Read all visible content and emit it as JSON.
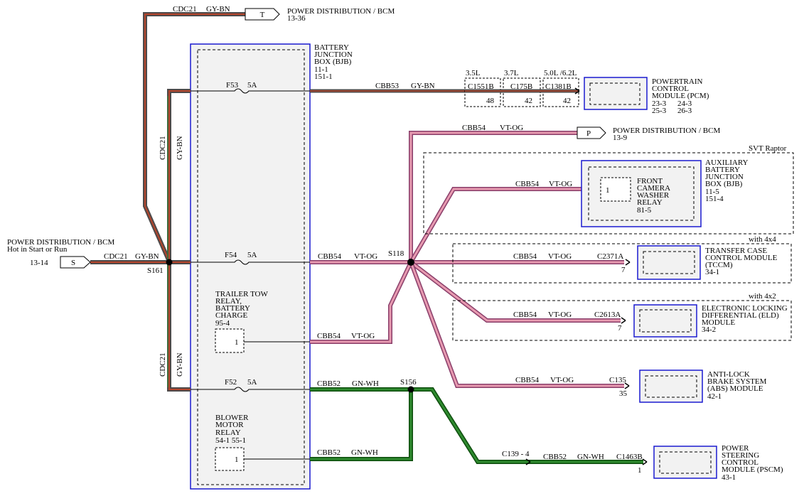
{
  "top_ref": {
    "wire": "CDC21",
    "color": "GY-BN",
    "connector": "T",
    "title": "POWER DISTRIBUTION / BCM",
    "page": "13-36"
  },
  "bjb": {
    "l1": "BATTERY",
    "l2": "JUNCTION",
    "l3": "BOX (BJB)",
    "l4": "11-1",
    "l5": "151-1"
  },
  "left_ref": {
    "title": "POWER DISTRIBUTION / BCM",
    "sub": "Hot in Start or Run",
    "page": "13-14",
    "connector": "S",
    "wire": "CDC21",
    "color": "GY-BN",
    "splice": "S161"
  },
  "vert_upper": {
    "wire": "CDC21",
    "color": "GY-BN"
  },
  "vert_lower": {
    "wire": "CDC21",
    "color": "GY-BN"
  },
  "fuses": {
    "f53": {
      "name": "F53",
      "amp": "5A"
    },
    "f54": {
      "name": "F54",
      "amp": "5A"
    },
    "f52": {
      "name": "F52",
      "amp": "5A"
    }
  },
  "pcm_line": {
    "wire": "CBB53",
    "color": "GY-BN"
  },
  "pcm_conn": [
    {
      "engine": "3.5L",
      "id": "C1551B",
      "pin": "48"
    },
    {
      "engine": "3.7L",
      "id": "C175B",
      "pin": "42"
    },
    {
      "engine": "5.0L /6.2L",
      "id": "C1381B",
      "pin": "42"
    }
  ],
  "pcm": {
    "l1": "POWERTRAIN",
    "l2": "CONTROL",
    "l3": "MODULE (PCM)",
    "l4a": "23-3",
    "l4b": "24-3",
    "l5a": "25-3",
    "l5b": "26-3"
  },
  "p_ref": {
    "wire": "CBB54",
    "color": "VT-OG",
    "connector": "P",
    "title": "POWER DISTRIBUTION / BCM",
    "page": "13-9"
  },
  "svt": {
    "label": "SVT Raptor",
    "wire": "CBB54",
    "color": "VT-OG",
    "pin": "1",
    "r1": "FRONT",
    "r2": "CAMERA",
    "r3": "WASHER",
    "r4": "RELAY",
    "r5": "81-5",
    "a1": "AUXILIARY",
    "a2": "BATTERY",
    "a3": "JUNCTION",
    "a4": "BOX (BJB)",
    "a5": "11-5",
    "a6": "151-4"
  },
  "f54_line": {
    "wire": "CBB54",
    "color": "VT-OG",
    "splice": "S118"
  },
  "tccm": {
    "option": "with 4x4",
    "wire": "CBB54",
    "color": "VT-OG",
    "conn": "C2371A",
    "pin": "7",
    "l1": "TRANSFER CASE",
    "l2": "CONTROL MODULE",
    "l3": "(TCCM)",
    "l4": "34-1"
  },
  "eld": {
    "option": "with 4x2",
    "wire": "CBB54",
    "color": "VT-OG",
    "conn": "C2613A",
    "pin": "7",
    "l1": "ELECTRONIC LOCKING",
    "l2": "DIFFERENTIAL (ELD)",
    "l3": "MODULE",
    "l4": "34-2"
  },
  "trailer": {
    "l1": "TRAILER TOW",
    "l2": "RELAY,",
    "l3": "BATTERY",
    "l4": "CHARGE",
    "l5": "95-4",
    "pin": "1",
    "wire": "CBB54",
    "color": "VT-OG"
  },
  "abs": {
    "wire": "CBB54",
    "color": "VT-OG",
    "conn": "C135",
    "pin": "35",
    "l1": "ANTI-LOCK",
    "l2": "BRAKE SYSTEM",
    "l3": "(ABS) MODULE",
    "l4": "42-1"
  },
  "f52_line": {
    "wire": "CBB52",
    "color": "GN-WH",
    "splice": "S156"
  },
  "blower": {
    "l1": "BLOWER",
    "l2": "MOTOR",
    "l3": "RELAY",
    "l4": "54-1  55-1",
    "pin": "1",
    "wire": "CBB52",
    "color": "GN-WH"
  },
  "pscm": {
    "inline": "C139 - 4",
    "wire": "CBB52",
    "color": "GN-WH",
    "conn": "C1463B",
    "pin": "1",
    "l1": "POWER",
    "l2": "STEERING",
    "l3": "CONTROL",
    "l4": "MODULE (PSCM)",
    "l5": "43-1"
  },
  "colors": {
    "gy_bn": "#4e4a4a",
    "bn": "#b5442a",
    "pink": "#e79ab0",
    "vt": "#8a3e6a",
    "green": "#2f8a2f",
    "dkgreen": "#0d4d0d",
    "blue": "#1a1ad0",
    "panel": "#f2f2f2"
  }
}
